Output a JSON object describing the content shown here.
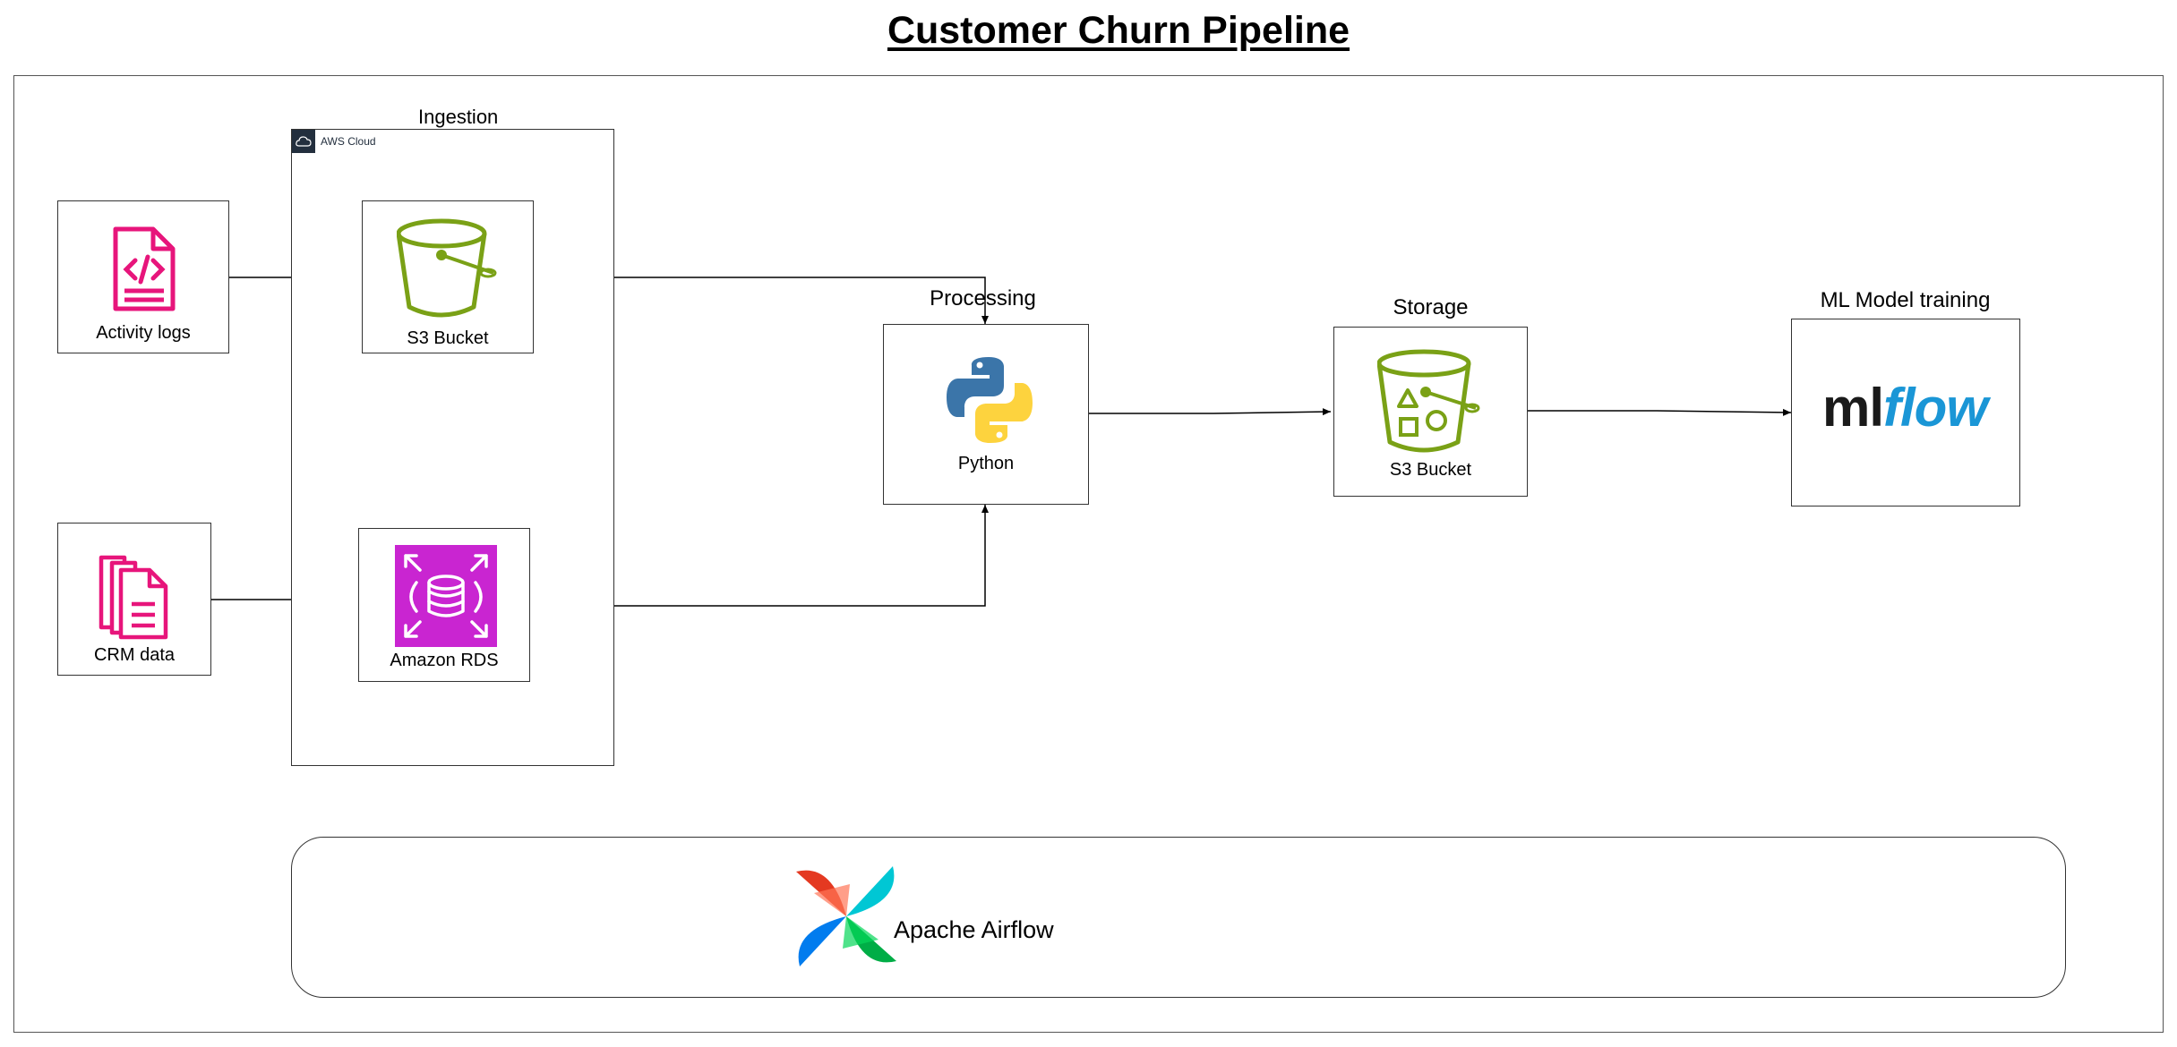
{
  "title": "Customer Churn Pipeline",
  "sections": {
    "ingestion": "Ingestion",
    "processing": "Processing",
    "storage": "Storage",
    "ml_training": "ML Model training"
  },
  "aws_cloud": {
    "label": "AWS Cloud",
    "icon": "cloud-icon"
  },
  "nodes": {
    "activity_logs": {
      "label": "Activity logs",
      "icon": "code-document-icon",
      "color": "#e7157b"
    },
    "crm_data": {
      "label": "CRM data",
      "icon": "documents-icon",
      "color": "#e7157b"
    },
    "s3_ingest": {
      "label": "S3 Bucket",
      "icon": "s3-bucket-icon",
      "color": "#7aa116"
    },
    "rds": {
      "label": "Amazon RDS",
      "icon": "amazon-rds-icon",
      "color": "#c925d1"
    },
    "python": {
      "label": "Python",
      "icon": "python-logo-icon"
    },
    "s3_storage": {
      "label": "S3 Bucket",
      "icon": "s3-bucket-objects-icon",
      "color": "#7aa116"
    },
    "mlflow": {
      "ml": "ml",
      "flow": "flow",
      "icon": "mlflow-logo"
    }
  },
  "orchestrator": {
    "label": "Apache Airflow",
    "icon": "airflow-pinwheel-icon"
  },
  "edges": [
    {
      "from": "Activity logs",
      "to": "S3 Bucket"
    },
    {
      "from": "CRM data",
      "to": "Amazon RDS"
    },
    {
      "from": "S3 Bucket",
      "to": "Python"
    },
    {
      "from": "Amazon RDS",
      "to": "Python"
    },
    {
      "from": "Python",
      "to": "S3 Bucket"
    },
    {
      "from": "S3 Bucket",
      "to": "ML Model training"
    }
  ]
}
